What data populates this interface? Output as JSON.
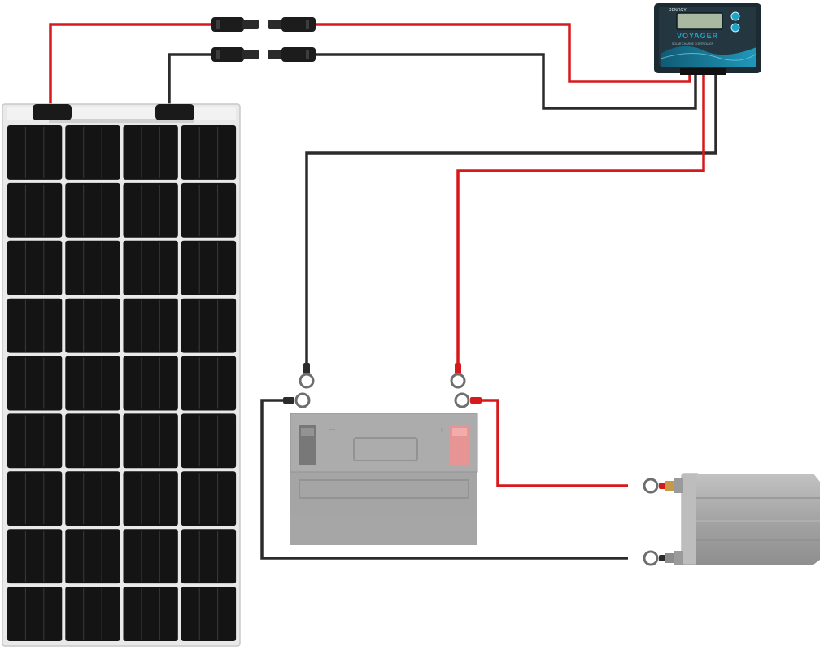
{
  "diagram": {
    "components": {
      "solar_panel": {
        "icon": "solar-panel-icon",
        "cell_grid": [
          4,
          9
        ]
      },
      "controller": {
        "brand": "RENOGY",
        "model": "VOYAGER",
        "subtitle": "SOLAR CHARGE CONTROLLER",
        "icon": "charge-controller-icon"
      },
      "battery": {
        "icon": "battery-icon",
        "positive_marker": "+"
      },
      "inverter": {
        "icon": "inverter-icon"
      }
    },
    "colors": {
      "positive_wire": "#d7191c",
      "negative_wire": "#2b2b2b",
      "panel_frame": "#e9e9e9",
      "panel_cell": "#141414",
      "controller_body": "#1c2a33",
      "controller_wave": "#1fa3c8",
      "battery_body": "#9e9e9e",
      "inverter_body": "#a9a9a9"
    }
  }
}
